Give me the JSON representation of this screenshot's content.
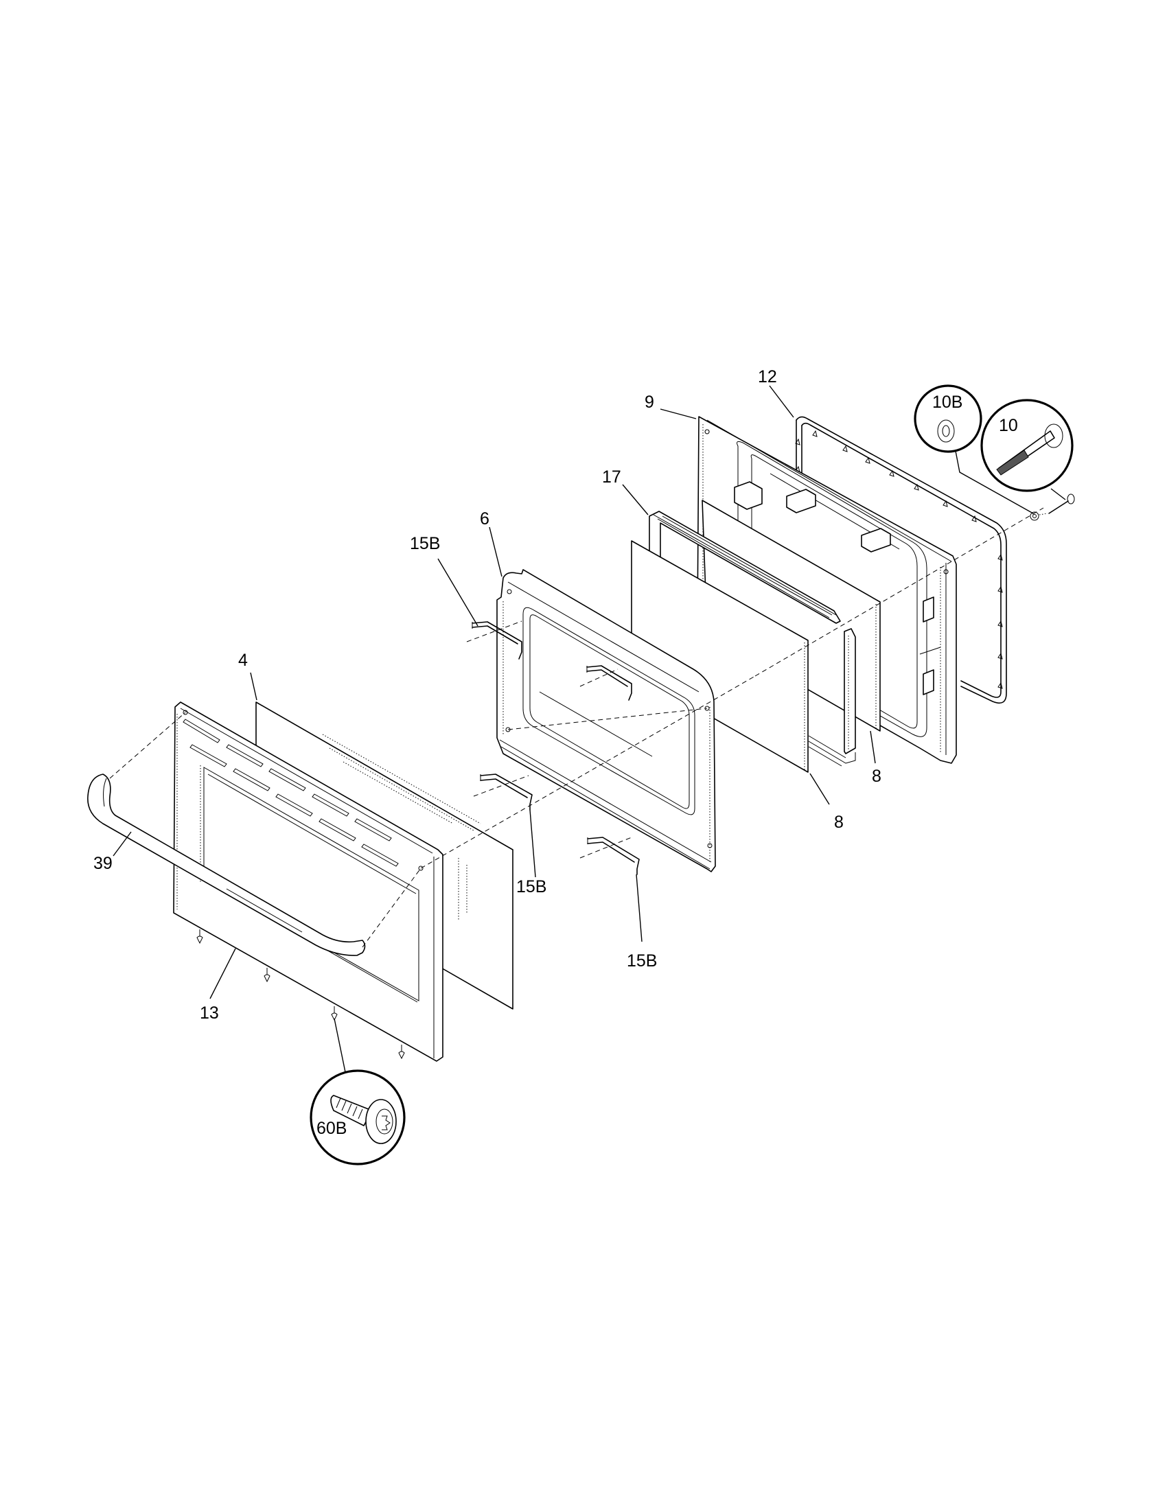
{
  "diagram": {
    "title": "Oven door exploded parts view",
    "background": "#ffffff",
    "line_color": "#000000",
    "callouts": [
      {
        "id": "12",
        "label": "12",
        "part": "door-gasket"
      },
      {
        "id": "9",
        "label": "9",
        "part": "inner-door-panel"
      },
      {
        "id": "10B",
        "label": "10B",
        "part": "washer",
        "detail_circle": true
      },
      {
        "id": "10",
        "label": "10",
        "part": "gasket-retainer-bolt",
        "detail_circle": true
      },
      {
        "id": "17",
        "label": "17",
        "part": "glass-pack-frame"
      },
      {
        "id": "6",
        "label": "6",
        "part": "door-liner-frame"
      },
      {
        "id": "15B_top",
        "label": "15B",
        "part": "glass-retainer-clip"
      },
      {
        "id": "4",
        "label": "4",
        "part": "outer-glass"
      },
      {
        "id": "39",
        "label": "39",
        "part": "door-handle"
      },
      {
        "id": "15B_mid",
        "label": "15B",
        "part": "glass-retainer-clip"
      },
      {
        "id": "8_upper",
        "label": "8",
        "part": "inner-glass-rear"
      },
      {
        "id": "8_lower",
        "label": "8",
        "part": "inner-glass-front"
      },
      {
        "id": "15B_low",
        "label": "15B",
        "part": "glass-retainer-clip"
      },
      {
        "id": "13",
        "label": "13",
        "part": "outer-door-panel"
      },
      {
        "id": "60B",
        "label": "60B",
        "part": "screw",
        "detail_circle": true
      }
    ]
  }
}
